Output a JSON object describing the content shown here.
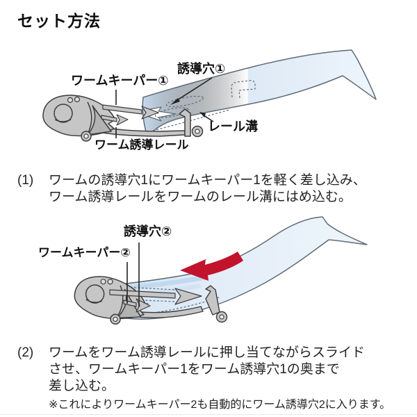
{
  "title": "セット方法",
  "diagram1": {
    "label_worm_keeper1": "ワームキーパー①",
    "label_guide_hole1": "誘導穴①",
    "label_rail_groove": "レール溝",
    "label_worm_guide_rail": "ワーム誘導レール"
  },
  "diagram2": {
    "label_guide_hole2": "誘導穴②",
    "label_worm_keeper2": "ワームキーパー②"
  },
  "steps": [
    {
      "number": "(1)",
      "lines": [
        "ワームの誘導穴1にワームキーパー1を軽く差し込み、",
        "ワーム誘導レールをワームのレール溝にはめ込む。"
      ]
    },
    {
      "number": "(2)",
      "lines": [
        "ワームをワーム誘導レールに押し当てながらスライド",
        "させ、ワームキーパー1をワーム誘導穴1の奥まで",
        "差し込む。"
      ],
      "note": "※これによりワームキーパー2も自動的にワーム誘導穴2に入ります。"
    }
  ],
  "colors": {
    "metal": "#c6c6c6",
    "metal_shade": "#b3b3b3",
    "outline": "#3c3c3c",
    "worm_light": "#eef5fc",
    "worm_blue": "#c6daee",
    "worm_outline": "#5f6b78",
    "leader": "#222222",
    "arrow_red": "#c2132d"
  }
}
